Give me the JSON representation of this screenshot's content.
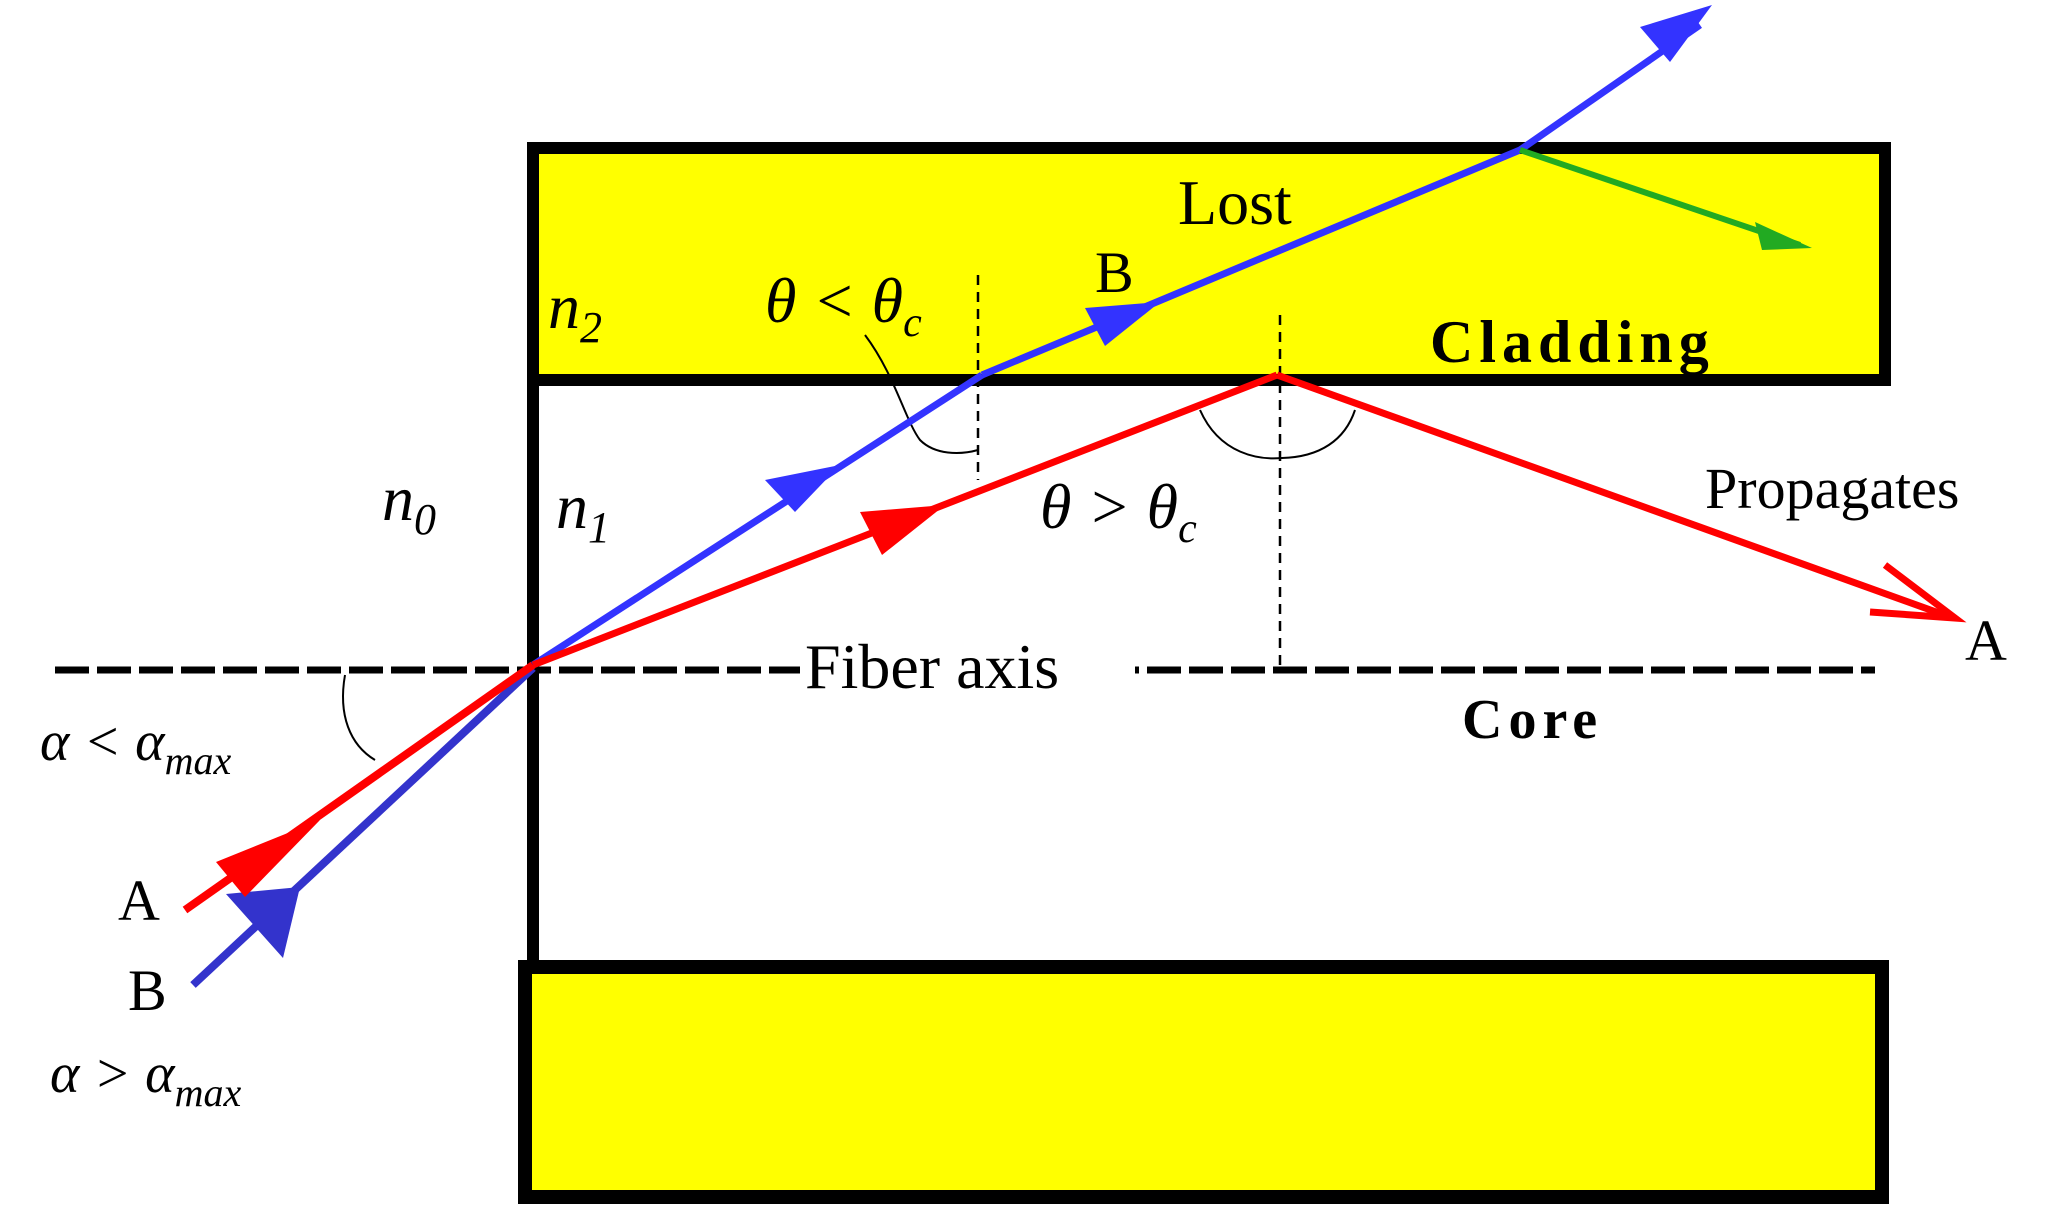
{
  "labels": {
    "n0": "n",
    "n0_sub": "0",
    "n1": "n",
    "n1_sub": "1",
    "n2": "n",
    "n2_sub": "2",
    "lost": "Lost",
    "b_top": "B",
    "cladding": "Cladding",
    "theta_lt": "θ < θ",
    "theta_lt_sub": "c",
    "theta_gt": "θ > θ",
    "theta_gt_sub": "c",
    "propagates": "Propagates",
    "a_right": "A",
    "fiber_axis": "Fiber axis",
    "core": "Core",
    "alpha_lt": "α < α",
    "alpha_lt_sub": "max",
    "a_left": "A",
    "b_left": "B",
    "alpha_gt": "α > α",
    "alpha_gt_sub": "max"
  },
  "colors": {
    "cladding_fill": "#ffff00",
    "ray_a": "#ff0000",
    "ray_b": "#3333ff",
    "ray_b_incident": "#3333cc",
    "refracted": "#22aa22",
    "outline": "#000000"
  }
}
